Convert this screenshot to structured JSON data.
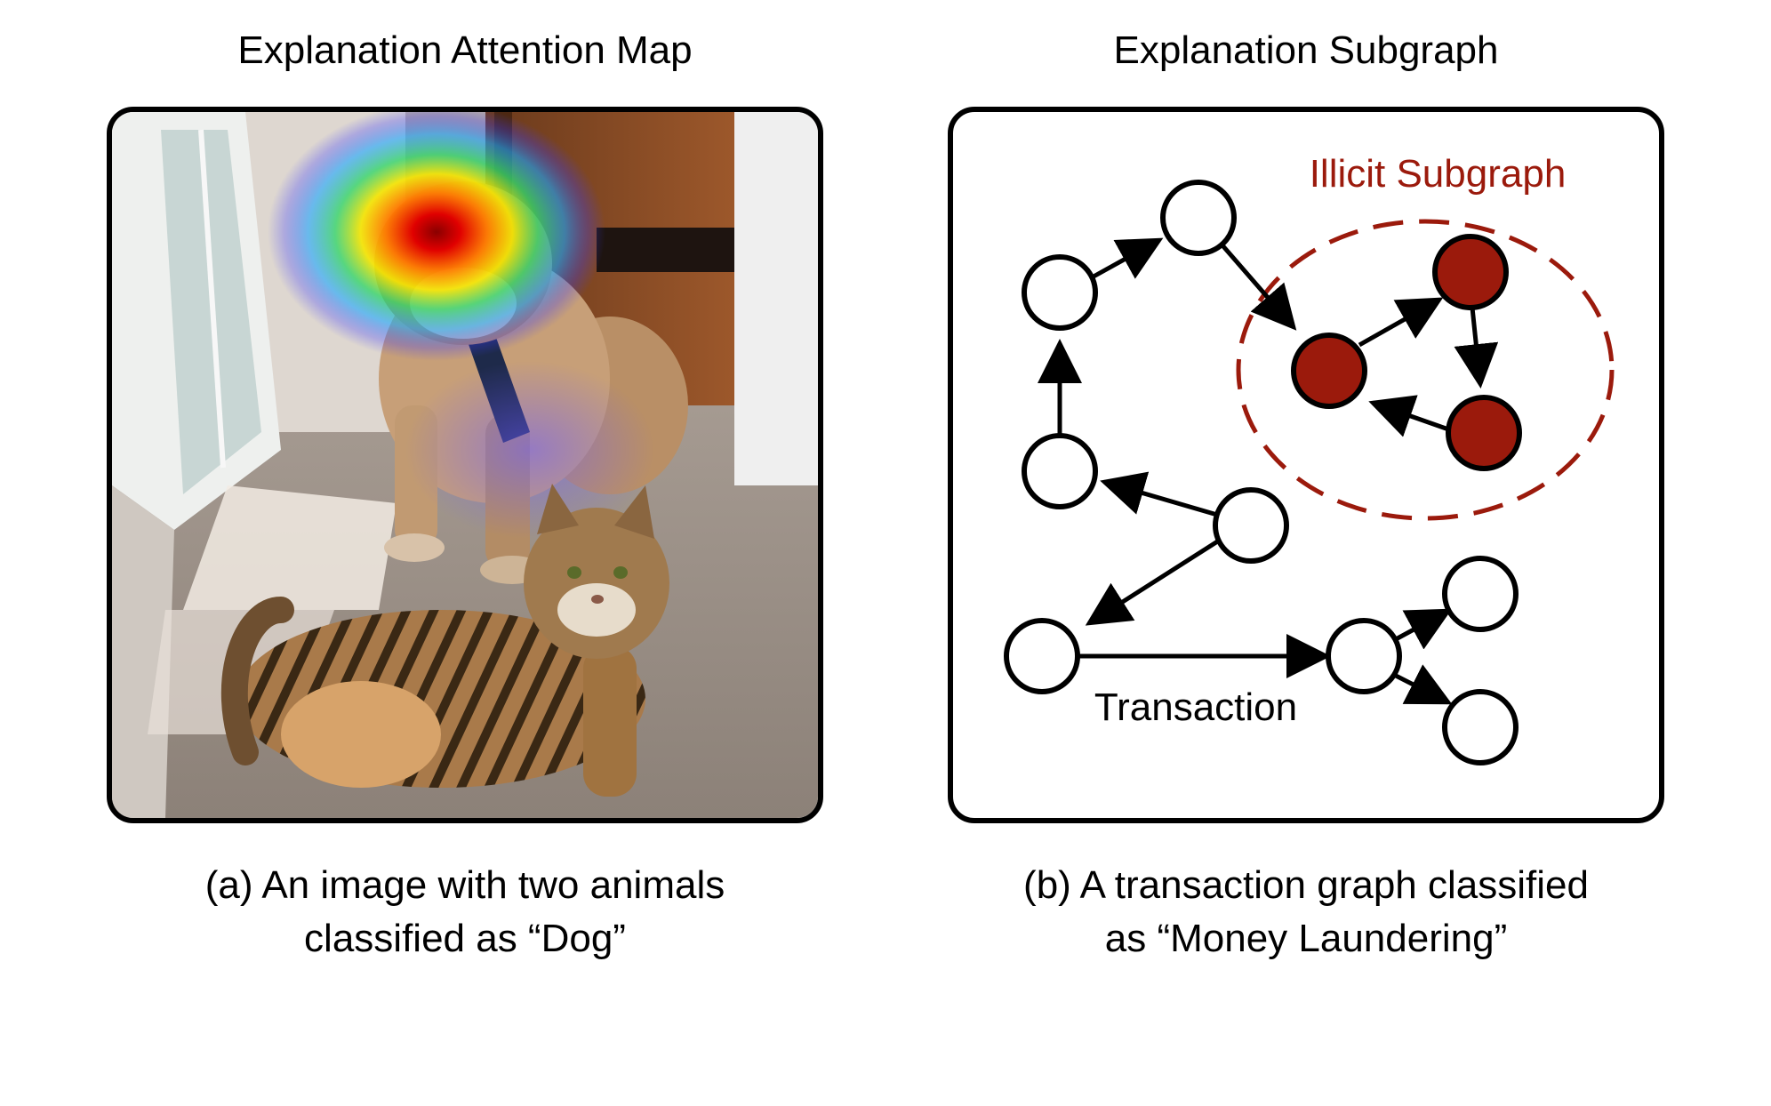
{
  "figure": {
    "left_panel": {
      "title": "Explanation Attention Map",
      "caption_line1": "(a) An image with two animals",
      "caption_line2": "classified as “Dog”"
    },
    "right_panel": {
      "title": "Explanation Subgraph",
      "subgraph_label": "Illicit Subgraph",
      "edge_label": "Transaction",
      "caption_line1": "(b) A transaction graph classified",
      "caption_line2": "as “Money Laundering”"
    },
    "colors": {
      "illicit": "#9b1a0c",
      "stroke": "#000000",
      "node_fill": "#ffffff"
    }
  }
}
